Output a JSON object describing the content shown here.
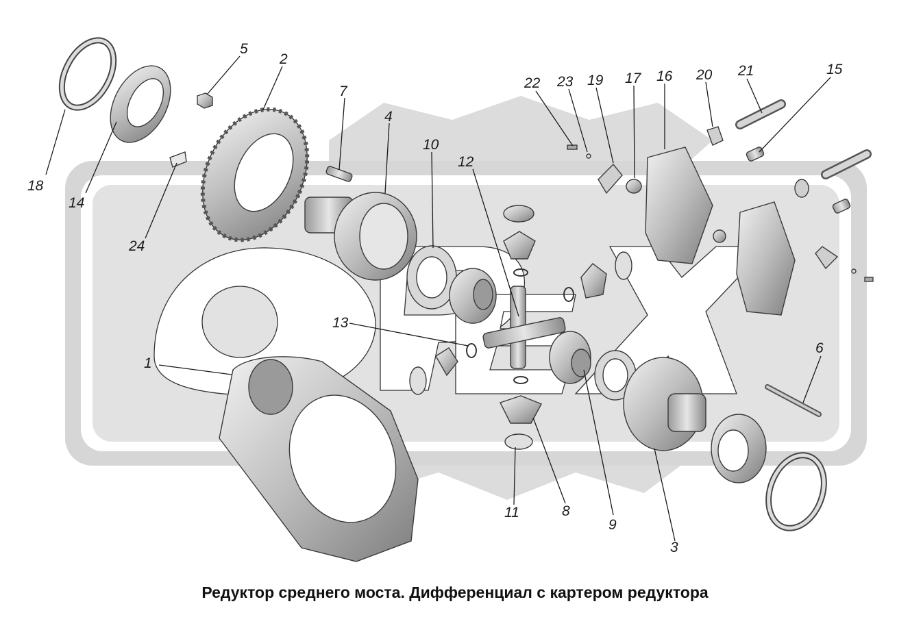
{
  "caption": "Редуктор среднего моста. Дифференциал с картером редуктора",
  "watermark_text": "ОРЕХ",
  "labels": {
    "p1": "1",
    "p2": "2",
    "p3": "3",
    "p4": "4",
    "p5": "5",
    "p6": "6",
    "p7": "7",
    "p8": "8",
    "p9": "9",
    "p10": "10",
    "p11": "11",
    "p12": "12",
    "p13": "13",
    "p14": "14",
    "p15": "15",
    "p16": "16",
    "p17": "17",
    "p18": "18",
    "p19": "19",
    "p20": "20",
    "p21": "21",
    "p22": "22",
    "p23": "23",
    "p24": "24"
  }
}
